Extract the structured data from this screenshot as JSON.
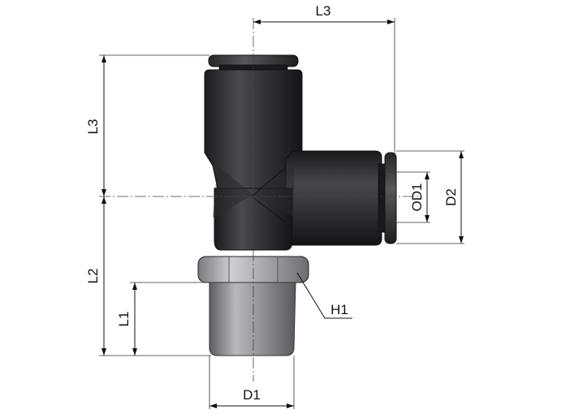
{
  "dimensions": {
    "top_L3": "L3",
    "left_L3": "L3",
    "L2": "L2",
    "L1": "L1",
    "OD1": "OD1",
    "D2": "D2",
    "H1": "H1",
    "D1": "D1"
  },
  "colors": {
    "body_dark": "#2b2b2d",
    "body_highlight": "#6a6a6e",
    "thread_grey": "#8c8c90",
    "thread_highlight": "#c4c4c8",
    "hex_grey": "#9a9a9e",
    "line": "#111111"
  }
}
